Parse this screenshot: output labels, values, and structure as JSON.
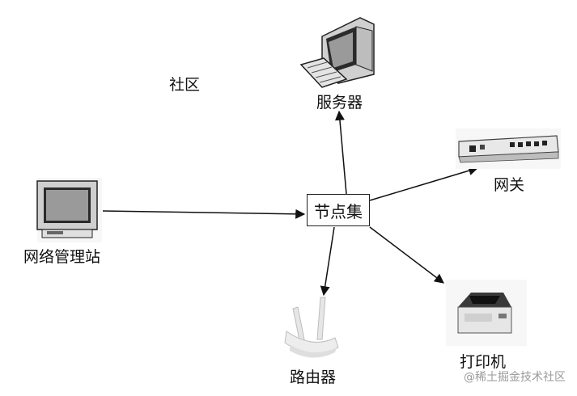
{
  "diagram": {
    "community_label": "社区",
    "hub_label": "节点集",
    "nodes": {
      "server": "服务器",
      "gateway": "网关",
      "printer": "打印机",
      "router": "路由器",
      "nms": "网络管理站"
    }
  },
  "watermark": "@稀土掘金技术社区"
}
